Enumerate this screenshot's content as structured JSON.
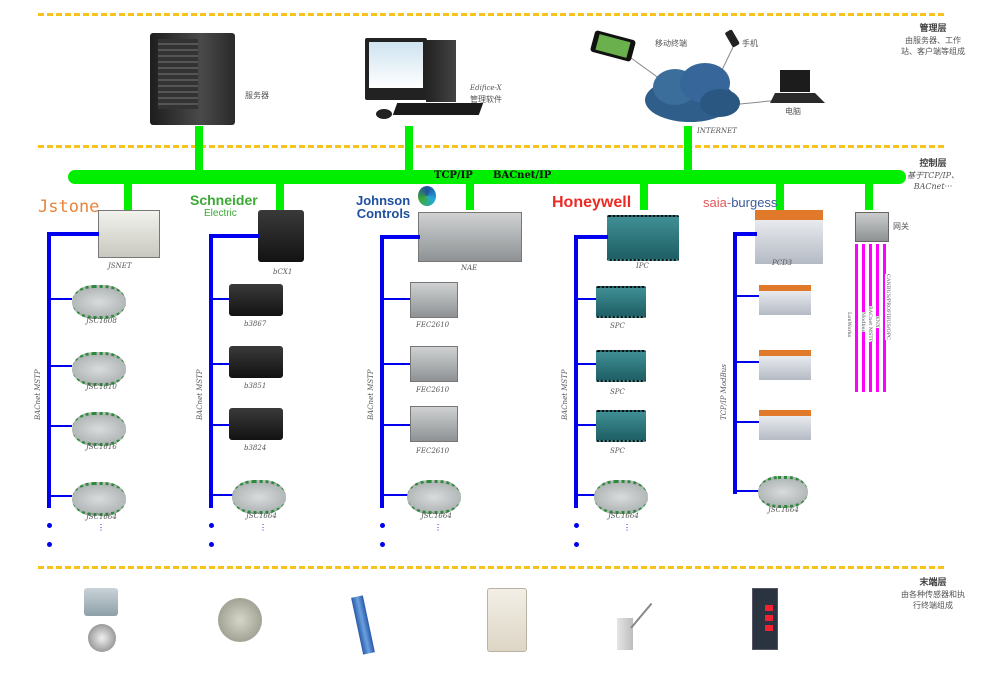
{
  "layers": {
    "management": {
      "title": "管理层",
      "desc": "由服务器、工作站、客户端等组成"
    },
    "control": {
      "title": "控制层",
      "desc_line1": "基于TCP/IP、",
      "desc_line2": "BACnet···"
    },
    "field": {
      "title": "末端层",
      "desc": "由各种传感器和执行终端组成"
    }
  },
  "top_devices": {
    "server": "服务器",
    "workstation_line1": "Edifice-X",
    "workstation_line2": "管理软件",
    "mobile": "移动终端",
    "phone": "手机",
    "laptop": "电脑",
    "internet": "INTERNET"
  },
  "backbone": {
    "label1": "TCP/IP",
    "label2": "BACnet/IP",
    "color": "#00ee00"
  },
  "vendors": [
    {
      "brand": "Jstone",
      "color": "#e8843a",
      "gateway": "JSNET",
      "bus_label": "BACnet MSTP",
      "devices": [
        "JSC1608",
        "JSC1610",
        "JSC1616",
        "JSC1664"
      ]
    },
    {
      "brand_line1": "Schneider",
      "brand_line2": "Electric",
      "color": "#3aaa35",
      "gateway": "bCX1",
      "bus_label": "BACnet MSTP",
      "devices": [
        "b3867",
        "b3851",
        "b3824",
        "JSC1664"
      ]
    },
    {
      "brand_line1": "Johnson",
      "brand_line2": "Controls",
      "color": "#1f4fa0",
      "gateway": "NAE",
      "bus_label": "BACnet MSTP",
      "devices": [
        "FEC2610",
        "FEC2610",
        "FEC2610",
        "JSC1664"
      ]
    },
    {
      "brand": "Honeywell",
      "color": "#ee2a24",
      "gateway": "IPC",
      "bus_label": "BACnet MSTP",
      "devices": [
        "SPC",
        "SPC",
        "SPC",
        "JSC1664"
      ]
    },
    {
      "brand_part1": "saia-",
      "brand_part2": "burgess",
      "color1": "#e05a5a",
      "color2": "#3a5a9a",
      "gateway": "PCD3",
      "bus_label": "TCP/IP ModBus",
      "devices": [
        "",
        "",
        "",
        "JSC1664"
      ]
    }
  ],
  "gateway": {
    "label": "网关",
    "protocols": [
      "LonWorks",
      "Modbus",
      "BACnet MSTP",
      "KNX",
      "CANBUS/PROFIBUS/OPC"
    ]
  },
  "ellipsis": "⋮",
  "field_devices": [
    "electric-valve",
    "differential-pressure-switch",
    "pressure-transmitter",
    "room-sensor",
    "duct-temperature-sensor",
    "digital-display-meter"
  ]
}
